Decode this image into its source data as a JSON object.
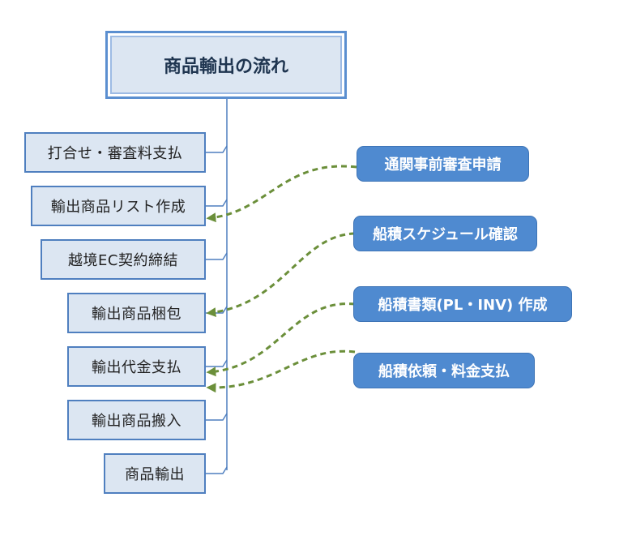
{
  "title": "商品輸出の流れ",
  "steps": [
    "打合せ・審査料支払",
    "輸出商品リスト作成",
    "越境EC契約締結",
    "輸出商品梱包",
    "輸出代金支払",
    "輸出商品搬入",
    "商品輸出"
  ],
  "tasks": [
    "通関事前審査申請",
    "船積スケジュール確認",
    "船積書類(PL・INV) 作成",
    "船積依頼・料金支払"
  ],
  "colors": {
    "step_fill": "#dce6f2",
    "step_border": "#4f7fbf",
    "task_fill": "#4f8ad0",
    "connector": "#4f7fbf",
    "arrow": "#6b8f3a"
  }
}
